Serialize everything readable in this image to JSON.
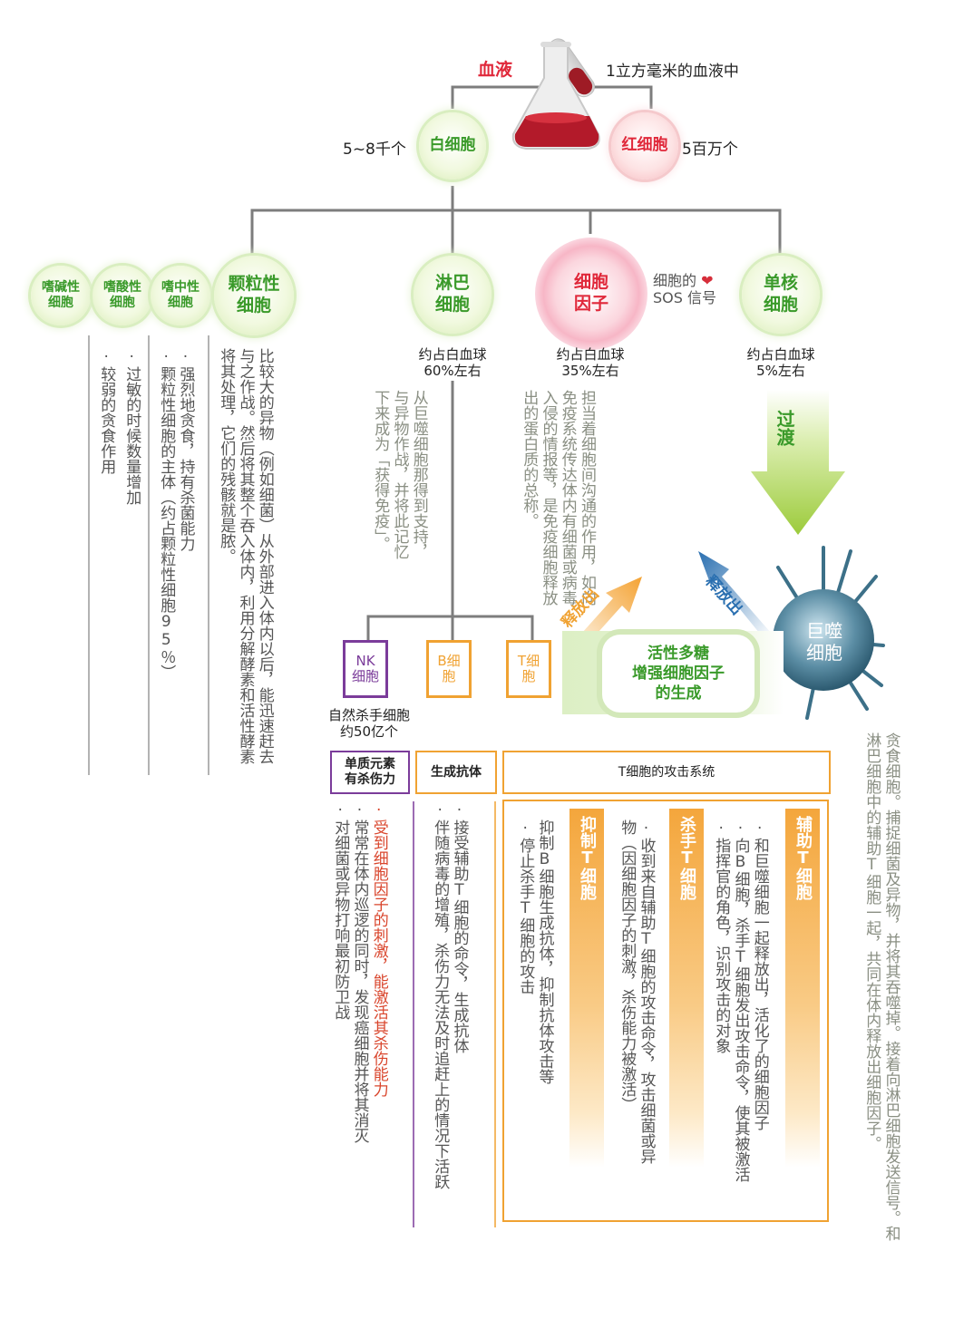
{
  "blood": {
    "label": "血液",
    "volume_note": "1立方毫米的血液中"
  },
  "wbc": {
    "label": "白细胞",
    "count": "5~8千个"
  },
  "rbc": {
    "label": "红细胞",
    "count": "5百万个"
  },
  "granulocyte_types": {
    "basophil": "嗜碱性细胞",
    "eosinophil": "嗜酸性细胞",
    "neutrophil": "嗜中性细胞",
    "granulocyte": "颗粒性细胞"
  },
  "lymphocyte": {
    "label": "淋巴细胞",
    "percent": "约占白血球 60%左右"
  },
  "cytokine": {
    "label": "细胞因子",
    "percent": "约占白血球 35%左右",
    "sos_1": "细胞的",
    "sos_2": "SOS 信号"
  },
  "monocyte": {
    "label": "单核细胞",
    "percent": "约占白血球 5%左右"
  },
  "desc": {
    "basophil": "·较弱的贪食作用",
    "eosinophil": "·过敏的时候数量增加",
    "neutrophil": "·强烈地贪食，持有杀菌能力",
    "neutrophil_2": "·颗粒性细胞的主体（约占颗粒性细胞95％）",
    "granulocyte": "比较大的异物（例如细菌）从外部进入体内以后，能迅速赶去与之作战。然后将其整个吞入体内，利用分解酵素和活性酵素将其处理，它们的残骸就是脓。",
    "lymphocyte": "从巨噬细胞那得到支持，与异物作战，并将此记忆下来成为「获得免疫」。",
    "cytokine": "担当着细胞间沟通的作用，如向免疫系统传达体内有细菌或病毒入侵的情报等，是免疫细胞释放出的蛋白质的总称。",
    "macrophage": "贪食细胞。捕捉细菌及异物，并将其吞噬掉。接着向淋巴细胞发送信号。和淋巴细胞中的辅助T细胞一起，共同在体内释放出细胞因子。"
  },
  "transition": "过渡",
  "release": "释放出",
  "macrophage": {
    "label": "巨噬细胞"
  },
  "polysaccharide": {
    "line1": "活性多糖",
    "line2": "增强细胞因子",
    "line3": "的生成"
  },
  "nk": {
    "label": "NK细胞",
    "note_1": "自然杀手细胞",
    "note_2": "约50亿个",
    "box": "单质元素有杀伤力",
    "d1": "·对细菌或异物打响最初防卫战",
    "d2": "·常常在体内巡逻的同时，发现癌细胞并将其消灭",
    "d3": "·受到细胞因子的刺激，能激活其杀伤能力"
  },
  "b": {
    "label": "B细胞",
    "box": "生成抗体",
    "d1": "·伴随病毒的增殖，杀伤力无法及时追赶上的情况下活跃",
    "d2": "·接受辅助T细胞的命令，生成抗体"
  },
  "t": {
    "label": "T细胞",
    "box": "T细胞的攻击系统",
    "helper": {
      "title": "辅助T细胞",
      "d1": "·指挥官的角色，识别攻击的对象",
      "d2": "·向B细胞，杀手T细胞发出攻击命令，使其被激活",
      "d3": "·和巨噬细胞一起释放出，活化了的细胞因子"
    },
    "killer": {
      "title": "杀手T细胞",
      "d1": "·收到来自辅助T细胞的攻击命令，攻击细菌或异物（因细胞因子的刺激，杀伤能力被激活）"
    },
    "suppressor": {
      "title": "抑制T细胞",
      "d1": "·停止杀手T细胞的攻击",
      "d2": "抑制B细胞生成抗体，抑制抗体攻击等"
    }
  },
  "colors": {
    "green": "#3a9a2a",
    "red": "#e0283a",
    "orange": "#f0a232",
    "purple": "#7b3c9a",
    "blue": "#2a6fb0",
    "line": "#7d7d7d"
  }
}
